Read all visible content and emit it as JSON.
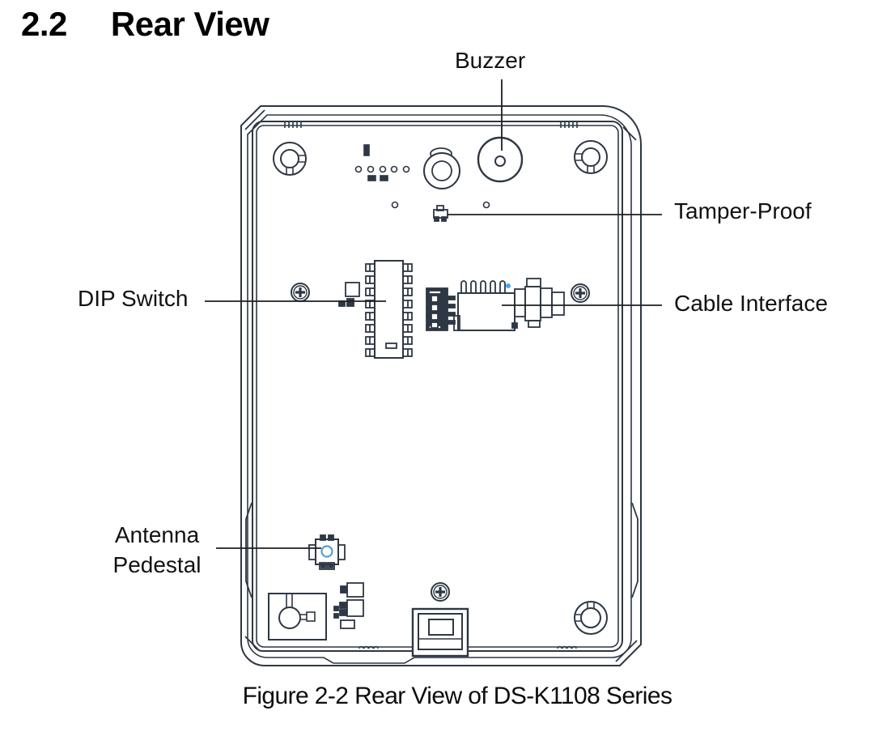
{
  "page": {
    "heading": {
      "number": "2.2",
      "title": "Rear View"
    },
    "caption": "Figure 2-2 Rear View of DS-K1108 Series"
  },
  "labels": {
    "buzzer": "Buzzer",
    "tamper_proof": "Tamper-Proof",
    "dip_switch": "DIP Switch",
    "cable_interface": "Cable Interface",
    "antenna_pedestal": "Antenna Pedestal"
  },
  "colors": {
    "line": "#2e3744",
    "leader": "#1f1f1f",
    "accent_blue": "#5b9bd5",
    "text": "#000000",
    "background": "#ffffff"
  }
}
